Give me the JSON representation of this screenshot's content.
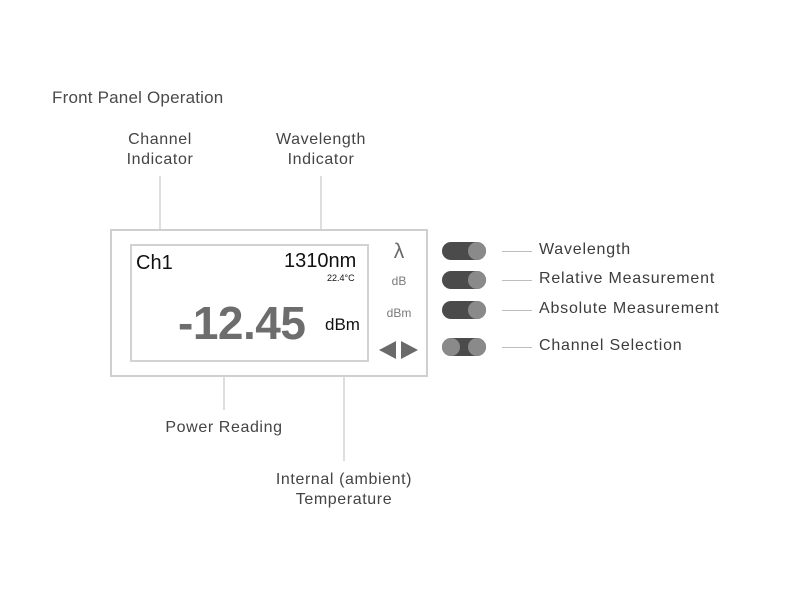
{
  "title": "Front Panel Operation",
  "callouts": {
    "channel_indicator": [
      "Channel",
      "Indicator"
    ],
    "wavelength_indicator": [
      "Wavelength",
      "Indicator"
    ],
    "power_reading": "Power Reading",
    "internal_temperature": [
      "Internal (ambient)",
      "Temperature"
    ]
  },
  "display": {
    "channel": "Ch1",
    "wavelength": "1310nm",
    "temperature": "22.4°C",
    "power": "-12.45",
    "unit": "dBm"
  },
  "side_labels": {
    "wavelength_symbol": "λ",
    "relative": "dB",
    "absolute": "dBm",
    "arrows": "◀▶"
  },
  "buttons": [
    {
      "label": "Wavelength"
    },
    {
      "label": "Relative Measurement"
    },
    {
      "label": "Absolute Measurement"
    },
    {
      "label": "Channel Selection"
    }
  ],
  "colors": {
    "toggle_dark": "#4b4b4b",
    "toggle_knob": "#8a8a8a",
    "power_text": "#6d6d6d"
  }
}
